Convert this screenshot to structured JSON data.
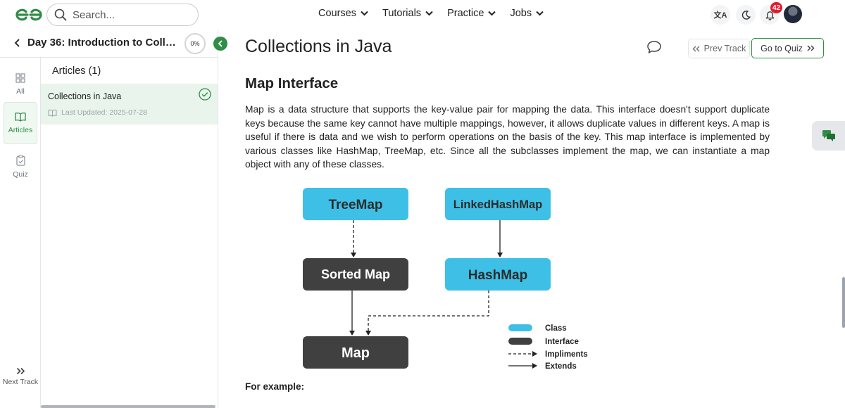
{
  "brand": {
    "logo_icon": "gfg-logo-icon",
    "accent": "#2f8d46"
  },
  "search": {
    "placeholder": "Search..."
  },
  "nav": [
    {
      "label": "Courses"
    },
    {
      "label": "Tutorials"
    },
    {
      "label": "Practice"
    },
    {
      "label": "Jobs"
    }
  ],
  "header_icons": {
    "notification_count": "42"
  },
  "track": {
    "title": "Day 36: Introduction to Collections in Java",
    "progress": "0%"
  },
  "rail": {
    "all": "All",
    "articles": "Articles",
    "quiz": "Quiz",
    "next_track": "Next Track"
  },
  "articles_panel": {
    "heading": "Articles (1)",
    "items": [
      {
        "title": "Collections in Java",
        "meta": "Last Updated: 2025-07-28",
        "completed": true
      }
    ]
  },
  "main": {
    "title": "Collections in Java",
    "prev_track": "Prev Track",
    "go_to_quiz": "Go to Quiz",
    "section_heading": "Map Interface",
    "paragraph": "Map is a data structure that supports the key-value pair for mapping the data. This interface doesn't support duplicate keys because the same key cannot have multiple mappings, however, it allows duplicate values in different keys. A map is useful if there is data and we wish to perform operations on the basis of the key. This map interface is implemented by various classes like HashMap, TreeMap, etc. Since all the subclasses implement the map, we can instantiate a map object with any of these classes.",
    "for_example": "For example:"
  },
  "diagram": {
    "nodes": {
      "treemap": "TreeMap",
      "linkedhashmap": "LinkedHashMap",
      "sortedmap": "Sorted Map",
      "hashmap": "HashMap",
      "map": "Map"
    },
    "legend": {
      "class": "Class",
      "interface": "Interface",
      "implements": "Impliments",
      "extends": "Extends"
    },
    "colors": {
      "class": "#3ec0e6",
      "interface": "#404040"
    }
  }
}
